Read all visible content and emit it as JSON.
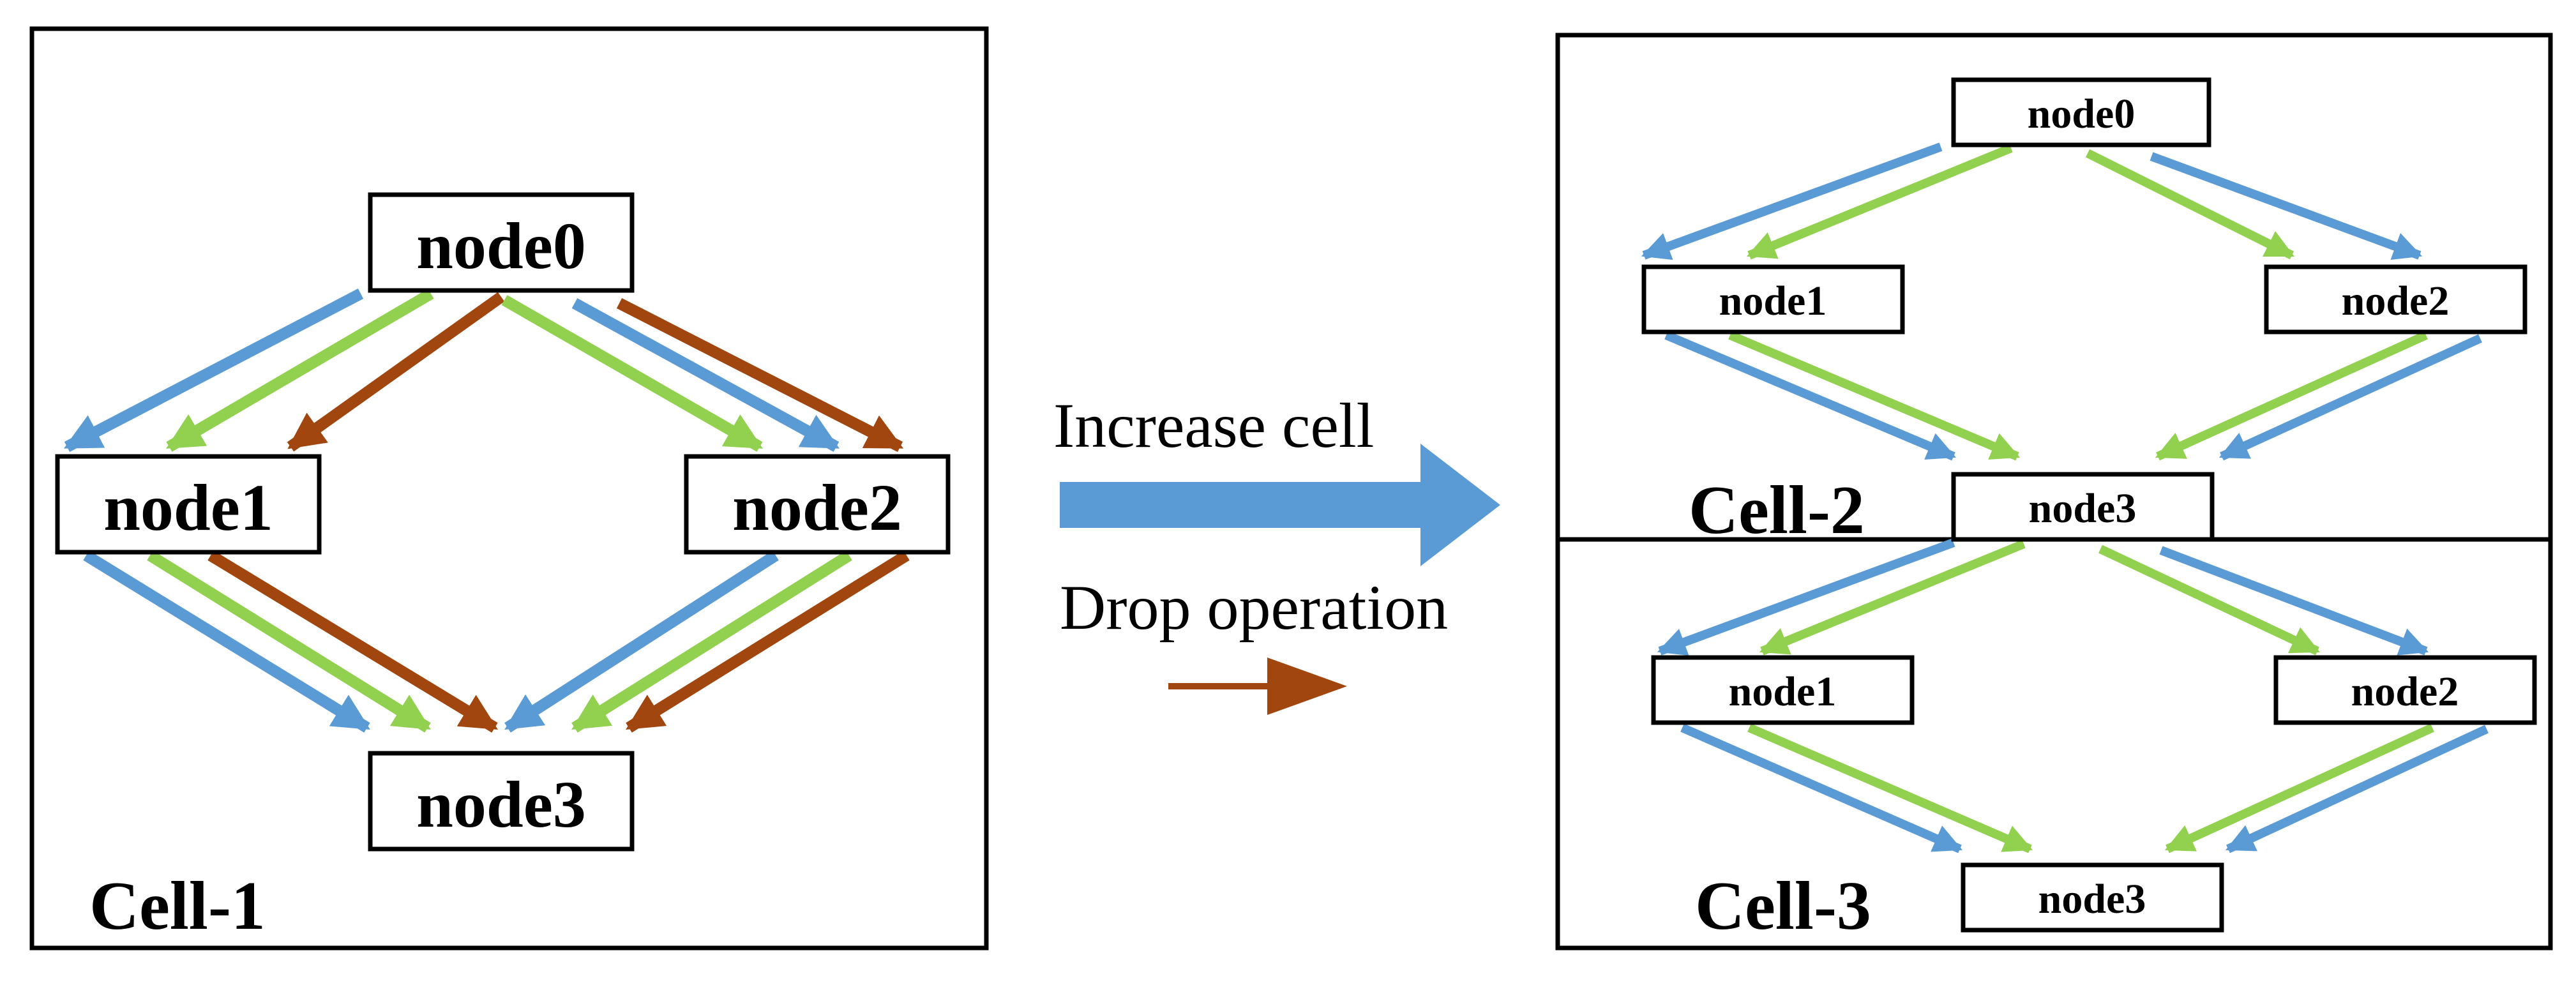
{
  "colors": {
    "blue": "#5b9bd5",
    "green": "#92d050",
    "brown": "#a0460e",
    "border": "#000000",
    "background": "#ffffff"
  },
  "cell1": {
    "label": "Cell-1",
    "nodes": {
      "n0": "node0",
      "n1": "node1",
      "n2": "node2",
      "n3": "node3"
    }
  },
  "cell2": {
    "label": "Cell-2",
    "nodes": {
      "n0": "node0",
      "n1": "node1",
      "n2": "node2",
      "n3": "node3"
    }
  },
  "cell3": {
    "label": "Cell-3",
    "nodes": {
      "n1": "node1",
      "n2": "node2",
      "n3": "node3"
    }
  },
  "legend": {
    "increase_cell": "Increase cell",
    "drop_operation": "Drop operation"
  }
}
